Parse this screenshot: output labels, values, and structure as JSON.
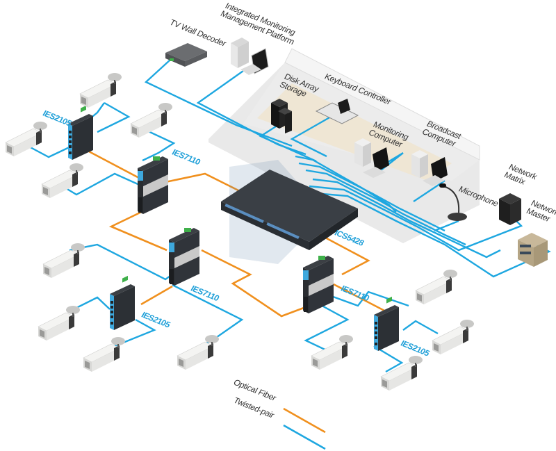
{
  "colors": {
    "fiber": "#f0901e",
    "twisted_pair": "#1ea7e0",
    "switch_label": "#1e9fd8",
    "device_dark": "#2d3136",
    "camera_body": "#e9e9e7",
    "room_floor": "#e8e8e8"
  },
  "devices": {
    "tv_wall_decoder": "TV Wall Decoder",
    "monitoring_platform": "Integrated Monitoring\nManagement Platform",
    "disk_array": "Disk Array\nStorage",
    "keyboard_controller": "Keyboard Controller",
    "monitoring_computer": "Monitoring\nComputer",
    "broadcast_computer": "Broadcast\nComputer",
    "microphone": "Microphone",
    "network_matrix": "Network\nMatrix",
    "network_master": "Network\nMaster"
  },
  "switches": {
    "core": "ICS5428",
    "ies7110_top": "IES7110",
    "ies7110_left": "IES7110",
    "ies7110_right": "IES7110",
    "ies2105_top": "IES2105",
    "ies2105_left": "IES2105",
    "ies2105_right": "IES2105"
  },
  "legend": {
    "fiber_label": "Optical Fiber",
    "twisted_label": "Twisted-pair"
  }
}
